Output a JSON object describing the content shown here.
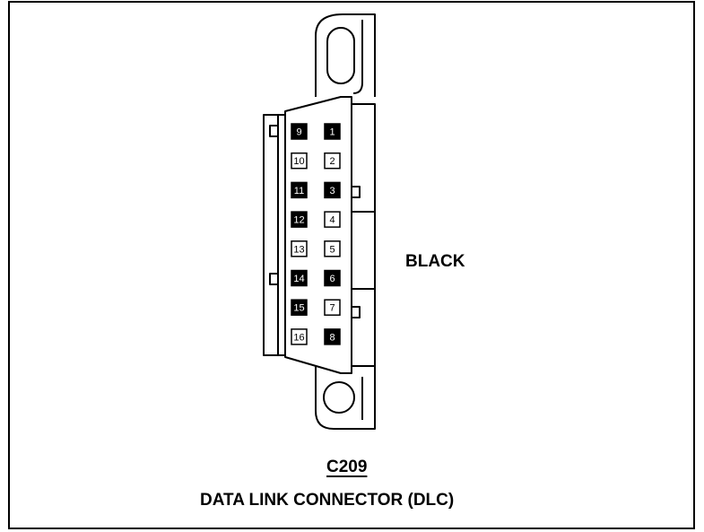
{
  "connector": {
    "id": "C209",
    "name": "DATA LINK CONNECTOR (DLC)",
    "color_label": "BLACK"
  },
  "pins": [
    {
      "number": "9",
      "filled": true
    },
    {
      "number": "1",
      "filled": true
    },
    {
      "number": "10",
      "filled": false
    },
    {
      "number": "2",
      "filled": false
    },
    {
      "number": "11",
      "filled": true
    },
    {
      "number": "3",
      "filled": true
    },
    {
      "number": "12",
      "filled": true
    },
    {
      "number": "4",
      "filled": false
    },
    {
      "number": "13",
      "filled": false
    },
    {
      "number": "5",
      "filled": false
    },
    {
      "number": "14",
      "filled": true
    },
    {
      "number": "6",
      "filled": true
    },
    {
      "number": "15",
      "filled": true
    },
    {
      "number": "7",
      "filled": false
    },
    {
      "number": "16",
      "filled": false
    },
    {
      "number": "8",
      "filled": true
    }
  ]
}
